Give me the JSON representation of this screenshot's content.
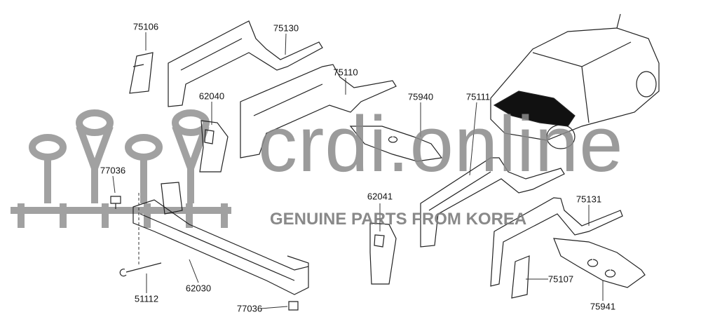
{
  "watermark": {
    "brand": "crdi.online",
    "tagline": "GENUINE PARTS FROM KOREA"
  },
  "callouts": [
    {
      "part": "75106"
    },
    {
      "part": "75130"
    },
    {
      "part": "62040"
    },
    {
      "part": "75110"
    },
    {
      "part": "75940"
    },
    {
      "part": "77036"
    },
    {
      "part": "75111"
    },
    {
      "part": "62041"
    },
    {
      "part": "75131"
    },
    {
      "part": "51112"
    },
    {
      "part": "62030"
    },
    {
      "part": "77036"
    },
    {
      "part": "75107"
    },
    {
      "part": "75941"
    }
  ]
}
